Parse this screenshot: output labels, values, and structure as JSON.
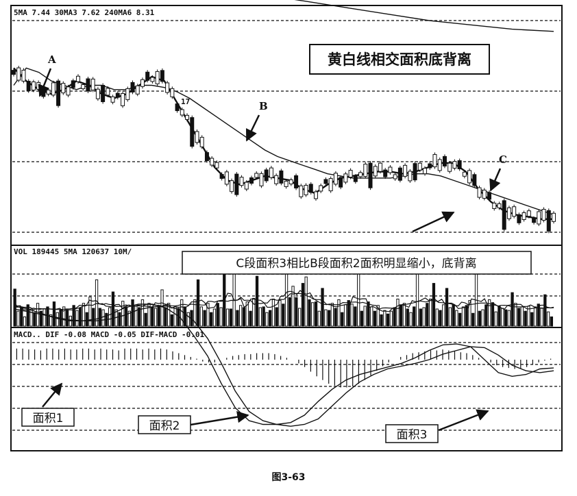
{
  "caption": "图3-63",
  "header": {
    "price": "5MA 7.44  30MA3 7.62  240MA6 8.31",
    "volume": "VOL 189445  5MA 120637  10M/",
    "macd": "MACD.. DIF -0.08  MACD -0.05  DIF-MACD -0.01"
  },
  "annotations": {
    "title_box": "黄白线相交面积底背离",
    "volume_box": "C段面积3相比B段面积2面积明显缩小，底背离",
    "point_a": "A",
    "point_b": "B",
    "point_c": "C",
    "peak_label": "17",
    "area_1": "面积1",
    "area_2": "面积2",
    "area_3": "面积3"
  },
  "colors": {
    "ink": "#111111",
    "grid": "#333333",
    "background": "#ffffff"
  },
  "chart_data": [
    {
      "type": "candlestick",
      "panel": "price",
      "ma_short_y": [
        0.78,
        0.72,
        0.68,
        0.66,
        0.68,
        0.72,
        0.7,
        0.66,
        0.64,
        0.66,
        0.7,
        0.74,
        0.72,
        0.62,
        0.52,
        0.42,
        0.32,
        0.26,
        0.24,
        0.26,
        0.28,
        0.27,
        0.26,
        0.22,
        0.2,
        0.24,
        0.27,
        0.28,
        0.29,
        0.3,
        0.3,
        0.29,
        0.3,
        0.32,
        0.34,
        0.34,
        0.3,
        0.22,
        0.16,
        0.12,
        0.1,
        0.09,
        0.08,
        0.08
      ],
      "ma_long_y": [
        0.7,
        0.78,
        0.76,
        0.72,
        0.7,
        0.68,
        0.7,
        0.7,
        0.68,
        0.68,
        0.7,
        0.7,
        0.69,
        0.67,
        0.64,
        0.6,
        0.56,
        0.52,
        0.48,
        0.44,
        0.4,
        0.37,
        0.35,
        0.33,
        0.31,
        0.29,
        0.28,
        0.27,
        0.27,
        0.27,
        0.27,
        0.28,
        0.29,
        0.29,
        0.28,
        0.26,
        0.24,
        0.22,
        0.2,
        0.18,
        0.16,
        0.14,
        0.12,
        0.1
      ],
      "ma240_y": [
        1.3,
        1.27,
        1.24,
        1.21,
        1.18,
        1.15,
        1.12,
        1.09,
        1.06,
        1.03,
        1.0,
        0.98,
        0.96,
        0.95
      ]
    },
    {
      "type": "bar",
      "panel": "volume",
      "values": [
        0.52,
        0.21,
        0.27,
        0.13,
        0.3,
        0.24,
        0.19,
        0.32,
        0.21,
        0.24,
        0.27,
        0.16,
        0.34,
        0.19,
        0.23,
        0.27,
        0.22,
        0.14,
        0.29,
        0.22,
        0.26,
        0.32,
        0.19,
        0.41,
        0.25,
        0.65,
        0.25,
        0.23,
        0.18,
        0.26,
        0.48,
        0.23,
        0.19,
        0.35,
        0.27,
        0.21,
        0.37,
        0.28,
        0.26,
        0.37,
        0.18,
        0.32,
        0.27,
        0.25,
        0.29,
        0.51,
        0.26,
        0.32,
        0.16,
        0.27,
        0.25,
        0.37,
        0.27,
        0.19,
        0.22,
        0.37,
        0.65,
        0.27,
        0.22,
        0.32,
        0.19,
        0.24,
        0.32,
        0.26,
        0.75,
        0.24,
        0.24,
        0.82,
        0.22,
        0.29,
        0.26,
        0.34,
        0.21,
        0.39,
        0.7,
        0.26,
        0.27,
        0.19,
        0.22,
        0.38,
        0.26,
        0.36,
        0.31,
        0.77,
        0.4,
        0.56,
        0.4,
        0.25,
        0.6,
        0.69,
        0.37,
        0.33,
        0.34,
        0.21,
        0.53,
        0.23,
        0.22,
        0.32,
        0.25,
        0.37,
        0.19,
        0.3,
        0.36,
        0.31,
        0.27,
        0.82,
        0.21,
        0.28,
        0.34,
        0.27,
        0.21,
        0.29,
        0.16,
        0.22,
        0.17,
        0.21,
        0.26,
        0.38,
        0.3,
        0.32,
        0.24,
        0.19,
        0.27,
        0.77,
        0.24,
        0.26,
        0.32,
        0.38,
        0.6,
        0.24,
        0.22,
        0.3,
        0.53,
        0.26,
        0.3,
        0.22,
        0.18,
        0.27,
        0.29,
        0.36,
        0.18,
        0.81,
        0.21,
        0.23,
        0.3,
        0.37,
        0.33,
        0.2,
        0.28,
        0.25,
        0.23,
        0.22,
        0.47,
        0.32,
        0.25,
        0.27,
        0.21,
        0.28,
        0.19,
        0.27,
        0.31,
        0.25,
        0.44,
        0.2,
        0.13
      ]
    },
    {
      "type": "line",
      "panel": "macd",
      "dif_y": [
        0.55,
        0.52,
        0.49,
        0.46,
        0.43,
        0.42,
        0.44,
        0.49,
        0.56,
        0.6,
        0.6,
        0.56,
        0.46,
        0.26,
        0.04,
        -0.26,
        -0.52,
        -0.66,
        -0.7,
        -0.7,
        -0.68,
        -0.6,
        -0.45,
        -0.32,
        -0.22,
        -0.16,
        -0.12,
        -0.08,
        -0.04,
        0.02,
        0.1,
        0.16,
        0.17,
        0.14,
        0.0,
        -0.14,
        -0.18,
        -0.16,
        -0.1,
        -0.09
      ],
      "dea_y": [
        0.58,
        0.55,
        0.5,
        0.45,
        0.42,
        0.42,
        0.42,
        0.44,
        0.48,
        0.54,
        0.57,
        0.58,
        0.54,
        0.42,
        0.23,
        -0.04,
        -0.34,
        -0.56,
        -0.66,
        -0.7,
        -0.72,
        -0.7,
        -0.64,
        -0.5,
        -0.36,
        -0.24,
        -0.16,
        -0.1,
        -0.07,
        -0.04,
        0.0,
        0.06,
        0.1,
        0.14,
        0.13,
        0.05,
        -0.06,
        -0.12,
        -0.14,
        -0.12
      ],
      "bars": [
        0.12,
        0.12,
        0.11,
        0.11,
        0.1,
        0.12,
        0.12,
        0.11,
        0.12,
        0.11,
        0.11,
        0.12,
        0.12,
        0.11,
        0.12,
        0.11,
        0.11,
        0.1,
        0.12,
        0.12,
        0.12,
        0.11,
        0.12,
        0.11,
        0.12,
        0.11,
        0.09,
        0.07,
        0.05,
        0.03,
        0.01,
        -0.02,
        -0.03,
        -0.03,
        0.0,
        0.02,
        0.04,
        0.05,
        0.06,
        0.06,
        0.07,
        0.07,
        0.07,
        0.06,
        0.04,
        0.02,
        0.0,
        -0.04,
        -0.08,
        -0.13,
        -0.18,
        -0.22,
        -0.26,
        -0.28,
        -0.3,
        -0.3,
        -0.29,
        -0.26,
        -0.22,
        -0.17,
        -0.12,
        -0.07,
        -0.03,
        0.0,
        0.03,
        0.05,
        0.07,
        0.08,
        0.09,
        0.1,
        0.1,
        0.11,
        0.1,
        0.09,
        0.08,
        0.07,
        0.05,
        0.02,
        0.0,
        -0.03,
        -0.06,
        -0.08,
        -0.09,
        -0.1,
        -0.1,
        -0.08,
        -0.05,
        -0.03,
        -0.01,
        0.01
      ]
    }
  ]
}
